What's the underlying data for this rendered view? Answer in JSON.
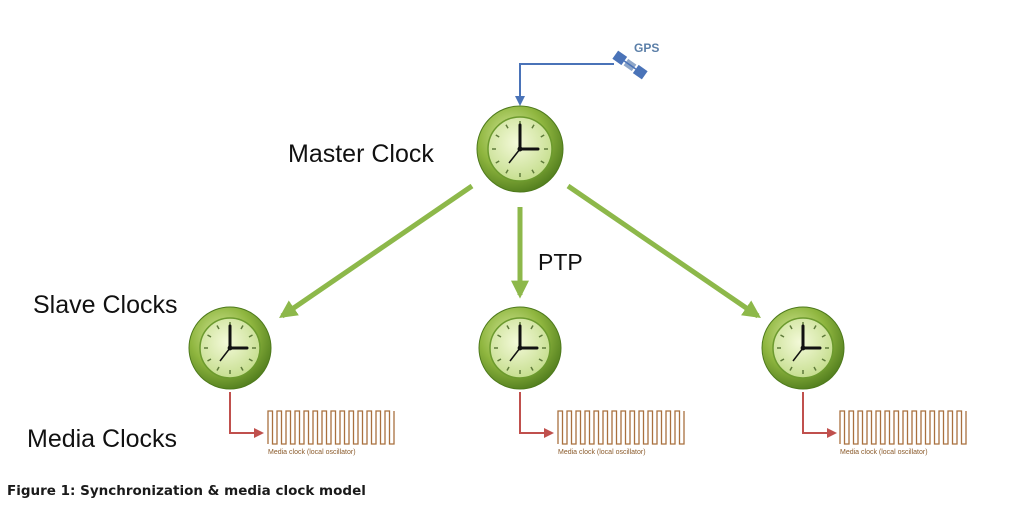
{
  "diagram": {
    "gps_label": "GPS",
    "master_label": "Master Clock",
    "ptp_label": "PTP",
    "slave_label": "Slave Clocks",
    "media_label": "Media Clocks",
    "media_wave_label": "Media clock (local oscillator)"
  },
  "caption": "Figure 1: Synchronization & media clock model",
  "colors": {
    "gps_arrow": "#4a73b8",
    "ptp_arrow": "#8db84a",
    "media_arrow": "#c0504d",
    "clock_face": "#d8eaa8",
    "clock_rim": "#5c8a28",
    "waveform": "#a9703f"
  }
}
